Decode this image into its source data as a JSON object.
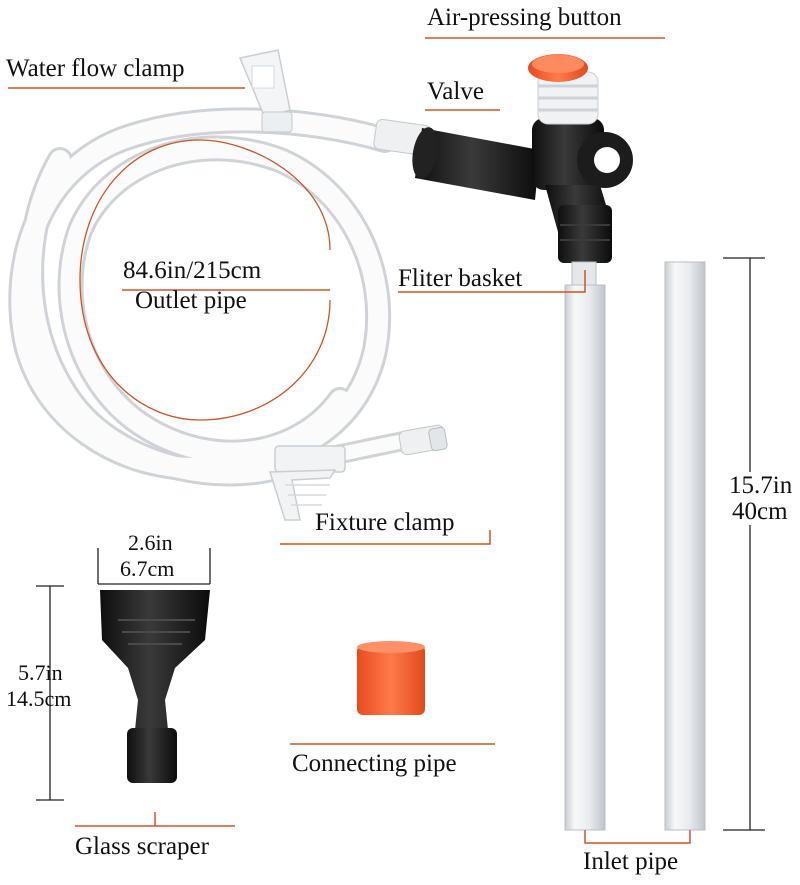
{
  "labels": {
    "air_button": "Air-pressing button",
    "water_clamp": "Water flow clamp",
    "valve": "Valve",
    "pipe_length": "84.6in/215cm",
    "outlet_pipe": "Outlet pipe",
    "filter_basket": "Fliter basket",
    "inlet_length_in": "15.7in",
    "inlet_length_cm": "40cm",
    "fixture_clamp": "Fixture clamp",
    "scraper_width_in": "2.6in",
    "scraper_width_cm": "6.7cm",
    "scraper_height_in": "5.7in",
    "scraper_height_cm": "14.5cm",
    "connecting_pipe": "Connecting pipe",
    "glass_scraper": "Glass scraper",
    "inlet_pipe": "Inlet pipe"
  },
  "colors": {
    "accent": "#c8562a",
    "black_part": "#1a1a1a",
    "orange_part": "#f05a2a",
    "tube": "#f4f5f6"
  }
}
